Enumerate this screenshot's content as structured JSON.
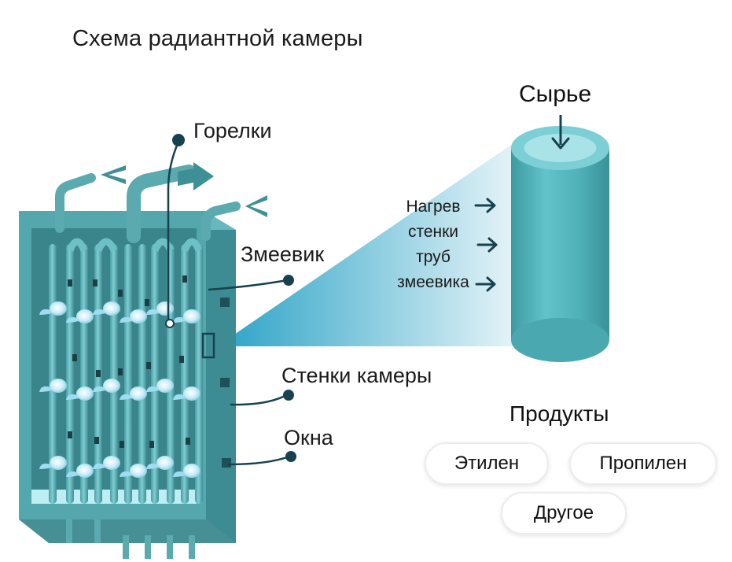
{
  "title": "Схема радиантной камеры",
  "labels": {
    "burners": "Горелки",
    "coil": "Змеевик",
    "chamber_walls": "Стенки камеры",
    "windows": "Окна"
  },
  "feed": "Сырье",
  "heating_lines": [
    "Нагрев",
    "стенки",
    "труб",
    "змеевика"
  ],
  "products": {
    "title": "Продукты",
    "items": [
      "Этилен",
      "Пропилен",
      "Другое"
    ]
  },
  "colors": {
    "chamber": "#53a7ad",
    "chamber_dark": "#3f8f96",
    "tube_cylinder": "#4fb0b8",
    "beam": "#2fa6c8",
    "leader_lines": "#17414f",
    "arrows": "#17414f",
    "flames": "#bfe9f4"
  }
}
